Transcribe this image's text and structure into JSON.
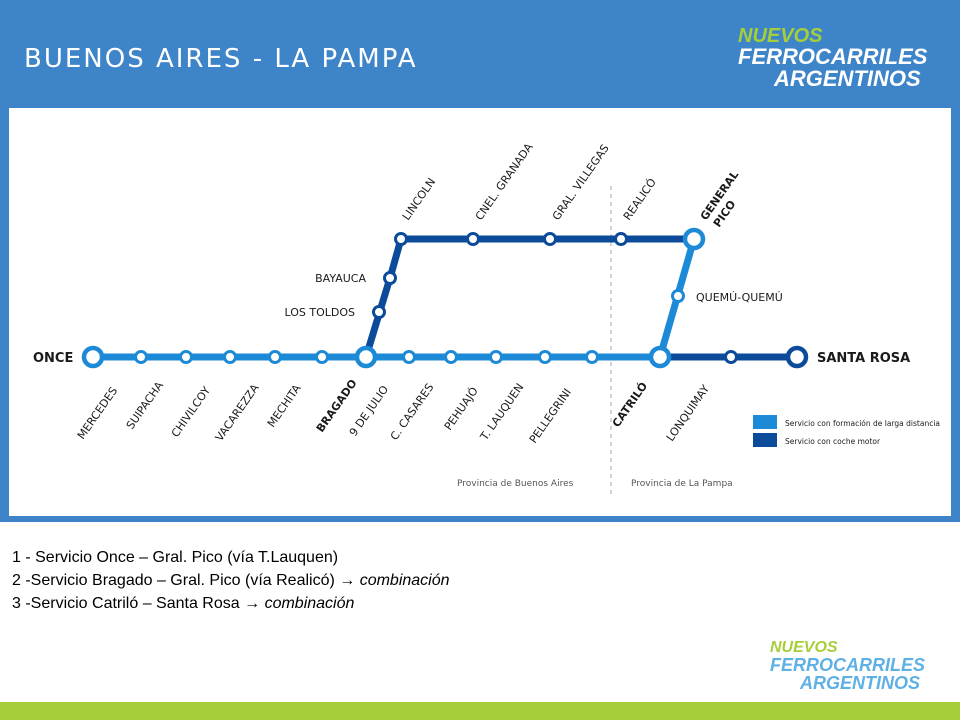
{
  "header": {
    "title": "BUENOS AIRES - LA PAMPA"
  },
  "logo": {
    "line1": "NUEVOS",
    "line2": "FERROCARRILES",
    "line3": "ARGENTINOS"
  },
  "colors": {
    "header_blue": "#3d84c9",
    "light_line": "#1c8ad6",
    "dark_line": "#0c4b9a",
    "footer_green": "#a6ce39"
  },
  "diagram": {
    "main_line": {
      "terminal": "ONCE",
      "stations_below": [
        "MERCEDES",
        "SUIPACHA",
        "CHIVILCOY",
        "VACAREZZA",
        "MECHITA",
        "BRAGADO",
        "9 DE JULIO",
        "C. CASARES",
        "PEHUAJÓ",
        "T. LAUQUEN",
        "PELLEGRINI",
        "CATRILÓ",
        "LONQUIMAY"
      ],
      "end_terminal": "SANTA ROSA"
    },
    "upper_line": {
      "stations_left": [
        "LOS TOLDOS",
        "BAYAUCA"
      ],
      "stations_top": [
        "LINCOLN",
        "CNEL. GRANADA",
        "GRAL. VILLEGAS",
        "REALICÓ"
      ],
      "general_pico_1": "GENERAL",
      "general_pico_2": "PICO"
    },
    "connector_station": "QUEMÚ-QUEMÚ",
    "legend": [
      {
        "label": "Servicio con formación de larga distancia",
        "color": "#1c8ad6"
      },
      {
        "label": "Servicio con coche motor",
        "color": "#0c4b9a"
      }
    ],
    "provinces": [
      "Provincia de Buenos Aires",
      "Provincia de La Pampa"
    ]
  },
  "notes": {
    "line1": "1 - Servicio Once – Gral. Pico (vía T.Lauquen)",
    "line2_a": "2 -Servicio Bragado – Gral. Pico (vía Realicó)",
    "line2_arrow": "→",
    "line2_b": "combinación",
    "line3_a": "3 -Servicio Catriló – Santa Rosa",
    "line3_arrow": "→",
    "line3_b": "combinación"
  }
}
